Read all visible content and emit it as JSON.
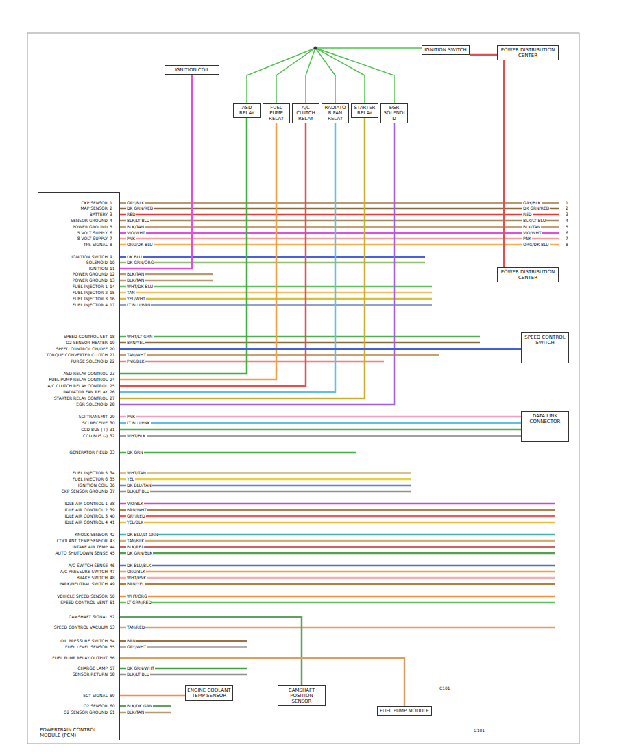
{
  "diagram": {
    "nodes": [
      {
        "text": [
          "POWERTRAIN CONTROL MODULE (PCM)"
        ]
      },
      {
        "text": [
          "ASD RELAY"
        ]
      },
      {
        "text": [
          "FUEL PUMP RELAY"
        ]
      },
      {
        "text": [
          "A/C CLUTCH RELAY"
        ]
      },
      {
        "text": [
          "RADIATOR FAN RELAY"
        ]
      },
      {
        "text": [
          "STARTER RELAY"
        ]
      },
      {
        "text": [
          "EGR SOLENOID"
        ]
      },
      {
        "text": [
          "IGNITION SWITCH"
        ]
      },
      {
        "text": [
          "POWER DISTRIBUTION CENTER"
        ]
      },
      {
        "text": [
          "POWER DISTRIBUTION CENTER"
        ]
      },
      {
        "text": [
          "SPEED CONTROL SWITCH"
        ]
      },
      {
        "text": [
          "DATA LINK CONNECTOR"
        ]
      },
      {
        "text": [
          "ENGINE COOLANT TEMP SENSOR"
        ]
      },
      {
        "text": [
          "CAMSHAFT POSITION SENSOR"
        ]
      },
      {
        "text": [
          "FUEL PUMP MODULE"
        ]
      },
      {
        "text": [
          "IGNITION COIL"
        ]
      }
    ],
    "edges": [
      {
        "from": 1,
        "to": 0,
        "arrow": "none"
      },
      {
        "from": 2,
        "to": 0,
        "arrow": "none"
      },
      {
        "from": 3,
        "to": 0,
        "arrow": "none"
      },
      {
        "from": 4,
        "to": 0,
        "arrow": "none"
      },
      {
        "from": 5,
        "to": 0,
        "arrow": "none"
      },
      {
        "from": 6,
        "to": 0,
        "arrow": "none"
      },
      {
        "from": 7,
        "to": 8,
        "arrow": "none"
      },
      {
        "from": 8,
        "to": 9,
        "arrow": "none"
      },
      {
        "from": 15,
        "to": 0,
        "arrow": "none"
      },
      {
        "from": 10,
        "to": 0,
        "arrow": "none"
      },
      {
        "from": 11,
        "to": 0,
        "arrow": "none"
      },
      {
        "from": 12,
        "to": 0,
        "arrow": "none"
      },
      {
        "from": 13,
        "to": 0,
        "arrow": "none"
      },
      {
        "from": 14,
        "to": 0,
        "arrow": "none"
      }
    ],
    "labels": [
      "CKP SENSOR",
      "1",
      "GRY/BLK",
      "MAP SENSOR",
      "2",
      "DK GRN/RED",
      "BATTERY",
      "3",
      "RED",
      "SENSOR GROUND",
      "4",
      "BLK/LT BLU",
      "POWER GROUND",
      "5",
      "BLK/TAN",
      "5 VOLT SUPPLY",
      "6",
      "VIO/WHT",
      "8 VOLT SUPPLY",
      "7",
      "PNK",
      "TPS SIGNAL",
      "8",
      "ORG/DK BLU",
      "IGNITION SWITCH",
      "9",
      "DK BLU",
      "SOLENOID",
      "10",
      "DK GRN/ORG",
      "IGNITION",
      "11",
      "POWER GROUND",
      "12",
      "BLK/TAN",
      "POWER GROUND",
      "13",
      "BLK/TAN",
      "FUEL INJECTOR 1",
      "14",
      "WHT/DK BLU",
      "FUEL INJECTOR 2",
      "15",
      "TAN",
      "FUEL INJECTOR 3",
      "16",
      "YEL/WHT",
      "FUEL INJECTOR 4",
      "17",
      "LT BLU/BRN",
      "SPEED CONTROL SET",
      "18",
      "WHT/LT GRN",
      "O2 SENSOR HEATER",
      "19",
      "BRN/YEL",
      "SPEED CONTROL ON/OFF",
      "20",
      "TORQUE CONVERTER CLUTCH",
      "21",
      "TAN/WHT",
      "PURGE SOLENOID",
      "22",
      "PNK/BLK",
      "ASD RELAY CONTROL",
      "23",
      "FUEL PUMP RELAY CONTROL",
      "24",
      "A/C CLUTCH RELAY CONTROL",
      "25",
      "RADIATOR FAN RELAY",
      "26",
      "STARTER RELAY CONTROL",
      "27",
      "EGR SOLENOID",
      "28",
      "SCI TRANSMIT",
      "29",
      "PNK",
      "SCI RECEIVE",
      "30",
      "LT BLU/PNK",
      "CCD BUS (+)",
      "31",
      "CCD BUS (-)",
      "32",
      "WHT/BLK",
      "GENERATOR FIELD",
      "33",
      "DK GRN",
      "FUEL INJECTOR 5",
      "34",
      "WHT/TAN",
      "FUEL INJECTOR 6",
      "35",
      "YEL",
      "IGNITION COIL",
      "36",
      "DK BLU/TAN",
      "CKP SENSOR GROUND",
      "37",
      "BLK/LT BLU",
      "IDLE AIR CONTROL 1",
      "38",
      "VIO/BLK",
      "IDLE AIR CONTROL 2",
      "39",
      "BRN/WHT",
      "IDLE AIR CONTROL 3",
      "40",
      "GRY/RED",
      "IDLE AIR CONTROL 4",
      "41",
      "YEL/BLK",
      "KNOCK SENSOR",
      "42",
      "DK BLU/LT GRN",
      "COOLANT TEMP SENSOR",
      "43",
      "TAN/BLK",
      "INTAKE AIR TEMP",
      "44",
      "BLK/RED",
      "AUTO SHUTDOWN SENSE",
      "45",
      "DK GRN/BLK",
      "A/C SWITCH SENSE",
      "46",
      "DK BLU/BLK",
      "A/C PRESSURE SWITCH",
      "47",
      "ORG/BLK",
      "BRAKE SWITCH",
      "48",
      "WHT/PNK",
      "PARK/NEUTRAL SWITCH",
      "49",
      "BRN/YEL",
      "VEHICLE SPEED SENSOR",
      "50",
      "WHT/ORG",
      "SPEED CONTROL VENT",
      "51",
      "LT GRN/RED",
      "CAMSHAFT SIGNAL",
      "52",
      "SPEED CONTROL VACUUM",
      "53",
      "TAN/RED",
      "OIL PRESSURE SWITCH",
      "54",
      "BRN",
      "FUEL LEVEL SENSOR",
      "55",
      "GRY/WHT",
      "FUEL PUMP RELAY OUTPUT",
      "56",
      "CHARGE LAMP",
      "57",
      "DK GRN/WHT",
      "SENSOR RETURN",
      "58",
      "BLK/LT BLU",
      "ECT SIGNAL",
      "59",
      "O2 SENSOR",
      "60",
      "BLK/DK GRN",
      "O2 SENSOR GROUND",
      "61",
      "BLK/TAN",
      "GRY/BLK",
      "1",
      "DK GRN/RED",
      "2",
      "RED",
      "3",
      "BLK/LT BLU",
      "4",
      "BLK/TAN",
      "5",
      "VIO/WHT",
      "6",
      "PNK",
      "7",
      "ORG/DK BLU",
      "8",
      "C101",
      "G101"
    ]
  }
}
